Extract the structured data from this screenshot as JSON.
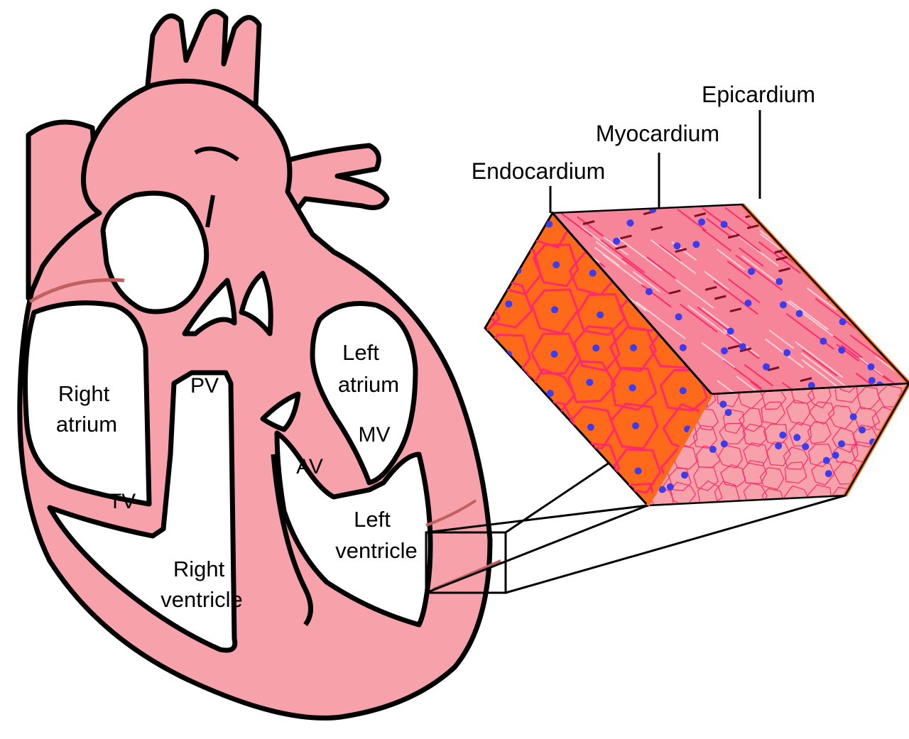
{
  "labels": {
    "right_atrium": [
      "Right",
      "atrium"
    ],
    "left_atrium": [
      "Left",
      "atrium"
    ],
    "right_ventricle": [
      "Right",
      "ventricle"
    ],
    "left_ventricle": [
      "Left",
      "ventricle"
    ],
    "tv": "TV",
    "pv": "PV",
    "mv": "MV",
    "av": "AV",
    "endocardium": "Endocardium",
    "myocardium": "Myocardium",
    "epicardium": "Epicardium"
  },
  "colors": {
    "heart_fill": "#f7a1ab",
    "outline": "#000000",
    "chamber": "#ffffff",
    "endocardium_face": "#ff6a1a",
    "cell_border": "#ff2a6a",
    "myocardium_face": "#f7859a",
    "nucleus": "#3b3bf0",
    "coronary": "#c06060"
  }
}
